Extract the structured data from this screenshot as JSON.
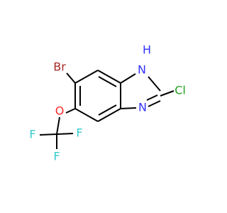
{
  "molecule": {
    "atoms": {
      "br": "Br",
      "nh": "N",
      "h": "H",
      "cl": "Cl",
      "n": "N",
      "o": "O",
      "f_top": "F",
      "f_left": "F",
      "f_bottom": "F"
    },
    "colors": {
      "br": "#a62929",
      "n": "#3333ff",
      "cl": "#1fa01f",
      "o": "#ff2a2a",
      "f": "#33cccc",
      "bond": "#000000"
    }
  }
}
